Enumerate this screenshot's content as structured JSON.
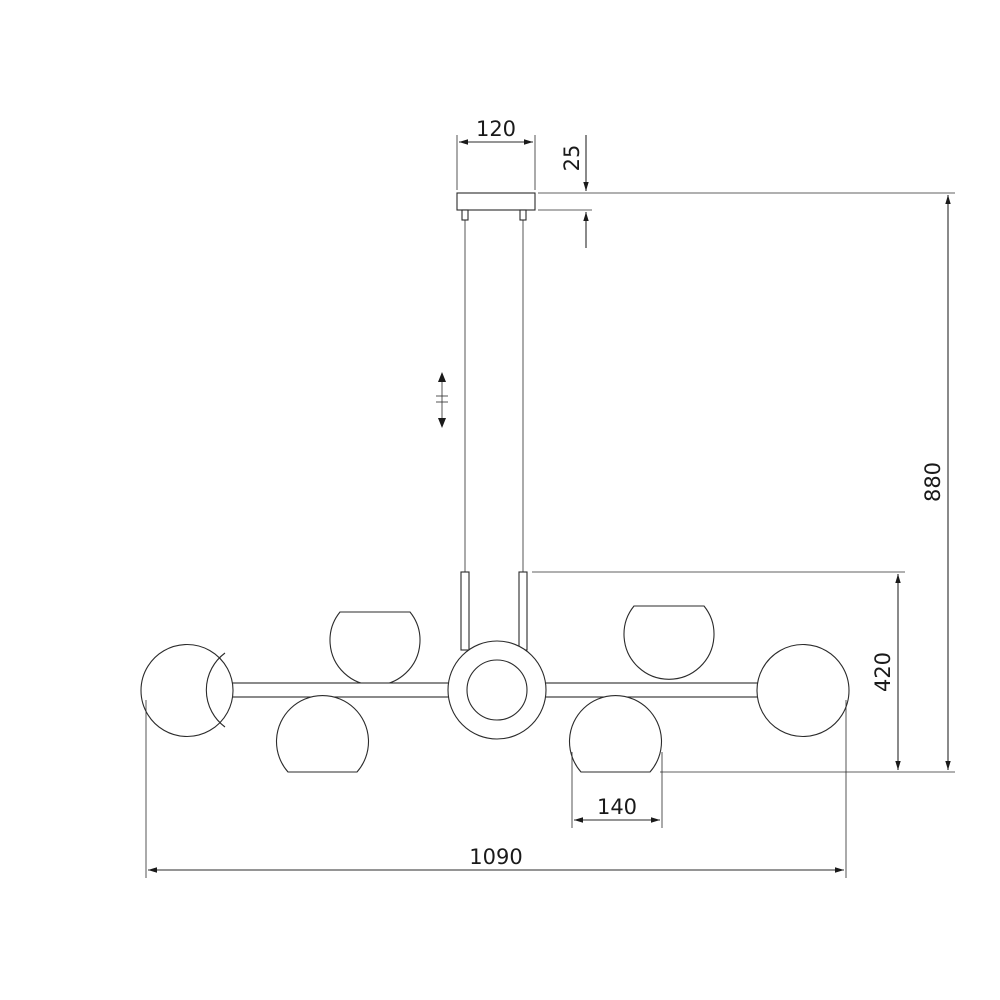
{
  "dimensions": {
    "canopy_width": "120",
    "canopy_height": "25",
    "overall_height": "880",
    "body_height": "420",
    "shade_diameter": "140",
    "overall_width": "1090"
  },
  "icons": {
    "adjustable_height": "adjustable-height-icon"
  }
}
